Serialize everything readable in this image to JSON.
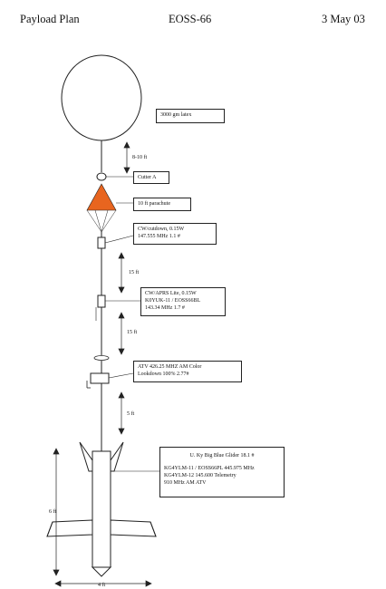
{
  "header": {
    "title": "Payload Plan",
    "mission": "EOSS-66",
    "date": "3 May 03"
  },
  "components": {
    "balloon_label": "3000 gm latex",
    "cutter_label": "Cutter A",
    "parachute_label": "10 ft parachute",
    "beacon1": {
      "line1": "CW/cutdown, 0.15W",
      "line2": "147.555 MHz  1.1 #"
    },
    "beacon2": {
      "line1": "CW/APRS Lite, 0.15W",
      "line2": "K0YUK-11 / EOSS66BL",
      "line3": "143.34 MHz  1.7 #"
    },
    "atv": {
      "line1": "ATV 426.25 MHZ AM Color",
      "line2": "Lookdown 100%  2.77#"
    },
    "glider": {
      "line1": "U. Ky Big Blue Glider 18.1 #",
      "line2": "KG4YLM-11 / EOSS66PL 445.975 MHz",
      "line3": "KG4YLM-12 145.600 Telemetry",
      "line4": "910 MHz AM ATV"
    }
  },
  "dimensions": {
    "gap_balloon_cutter": "8-10 ft",
    "gap_beacon1_beacon2": "15 ft",
    "gap_beacon2_ring": "15 ft",
    "gap_atv_glider": "5 ft",
    "glider_height": "6 ft",
    "glider_span": "4 ft"
  },
  "colors": {
    "parachute": "#e8651f",
    "line": "#222222"
  }
}
